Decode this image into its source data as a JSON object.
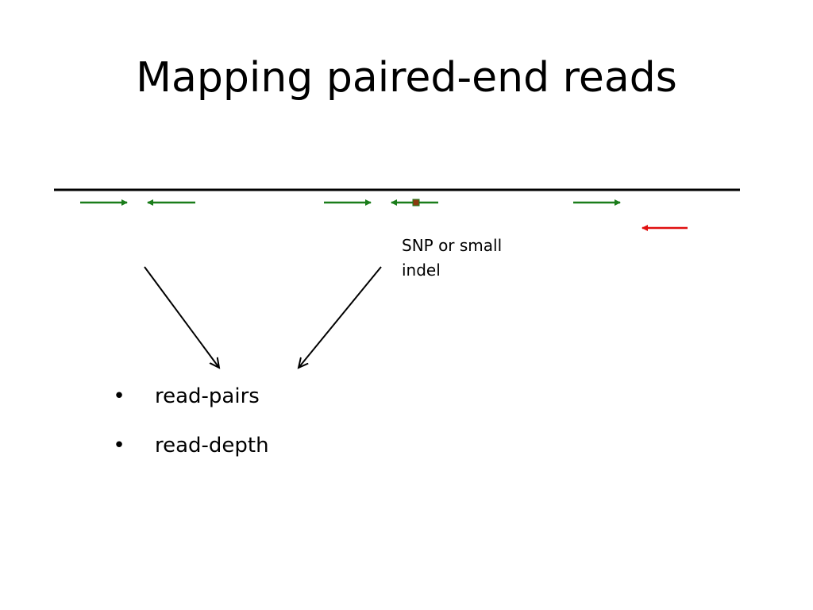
{
  "slide": {
    "title": "Mapping paired-end reads",
    "annotation_lines": [
      "SNP or small",
      "indel"
    ],
    "bullets": [
      {
        "marker": "•",
        "text": "read-pairs"
      },
      {
        "marker": "•",
        "text": "read-depth"
      }
    ]
  },
  "colors": {
    "reference": "#000000",
    "concordant_read": "#1a7d1a",
    "discordant_read": "#e01010",
    "snp_marker": "#8b3a10",
    "pointer_arrow": "#000000"
  },
  "reads": [
    {
      "pair": 1,
      "strand": "forward",
      "status": "concordant"
    },
    {
      "pair": 1,
      "strand": "reverse",
      "status": "concordant"
    },
    {
      "pair": 2,
      "strand": "forward",
      "status": "concordant"
    },
    {
      "pair": 2,
      "strand": "reverse",
      "status": "concordant",
      "has_variant": true
    },
    {
      "pair": 3,
      "strand": "forward",
      "status": "concordant"
    },
    {
      "pair": 3,
      "strand": "reverse",
      "status": "discordant"
    }
  ]
}
